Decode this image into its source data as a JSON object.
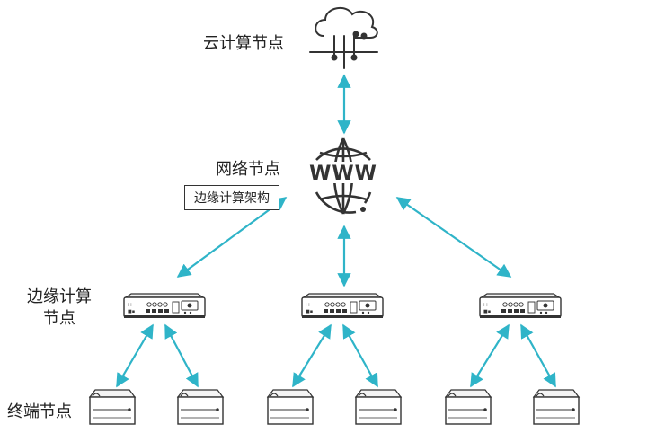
{
  "labels": {
    "cloud": "云计算节点",
    "network": "网络节点",
    "edge_line1": "边缘计算",
    "edge_line2": "节点",
    "terminal": "终端节点"
  },
  "title_box": "边缘计算架构",
  "icons": {
    "cloud": "cloud-icon",
    "network": "globe-www-icon",
    "edge": "gateway-device-icon",
    "terminal": "terminal-device-icon",
    "globe_text": "WWW"
  },
  "colors": {
    "arrow": "#2fb4c8",
    "icon_stroke": "#333333"
  }
}
